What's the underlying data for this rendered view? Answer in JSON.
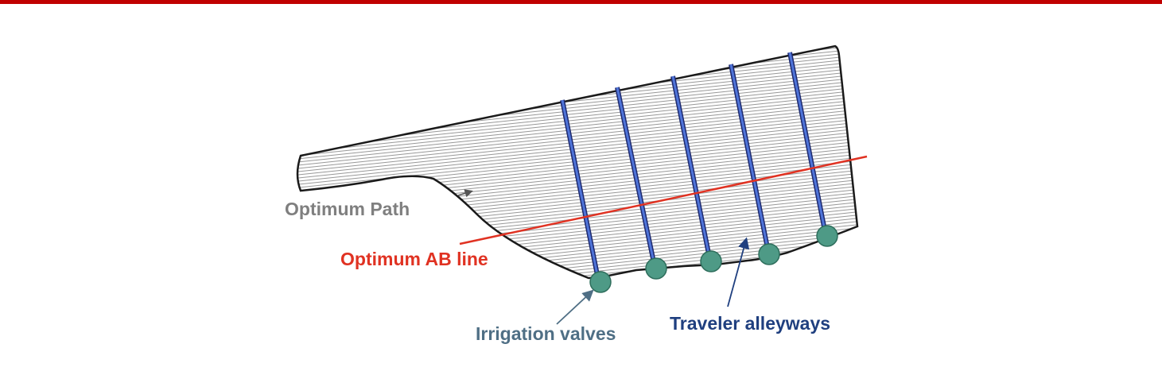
{
  "colors": {
    "top_bar": "#c00000",
    "field_outline": "#1a1a1a",
    "field_hatch": "#8c8c8c",
    "alleyway": "#3f5fbf",
    "ab_line": "#e03222",
    "valve_fill": "#4e9a86",
    "valve_stroke": "#2e6e5c",
    "label_optimum_path": "#7f7f7f",
    "label_ab_line": "#e03222",
    "label_valves": "#4f6f85",
    "label_alleyways": "#1f3f7f"
  },
  "labels": {
    "optimum_path": "Optimum Path",
    "optimum_ab_line": "Optimum AB line",
    "irrigation_valves": "Irrigation valves",
    "traveler_alleyways": "Traveler alleyways"
  },
  "icons": {
    "valve": "circle",
    "arrow": "arrow-pointer"
  }
}
